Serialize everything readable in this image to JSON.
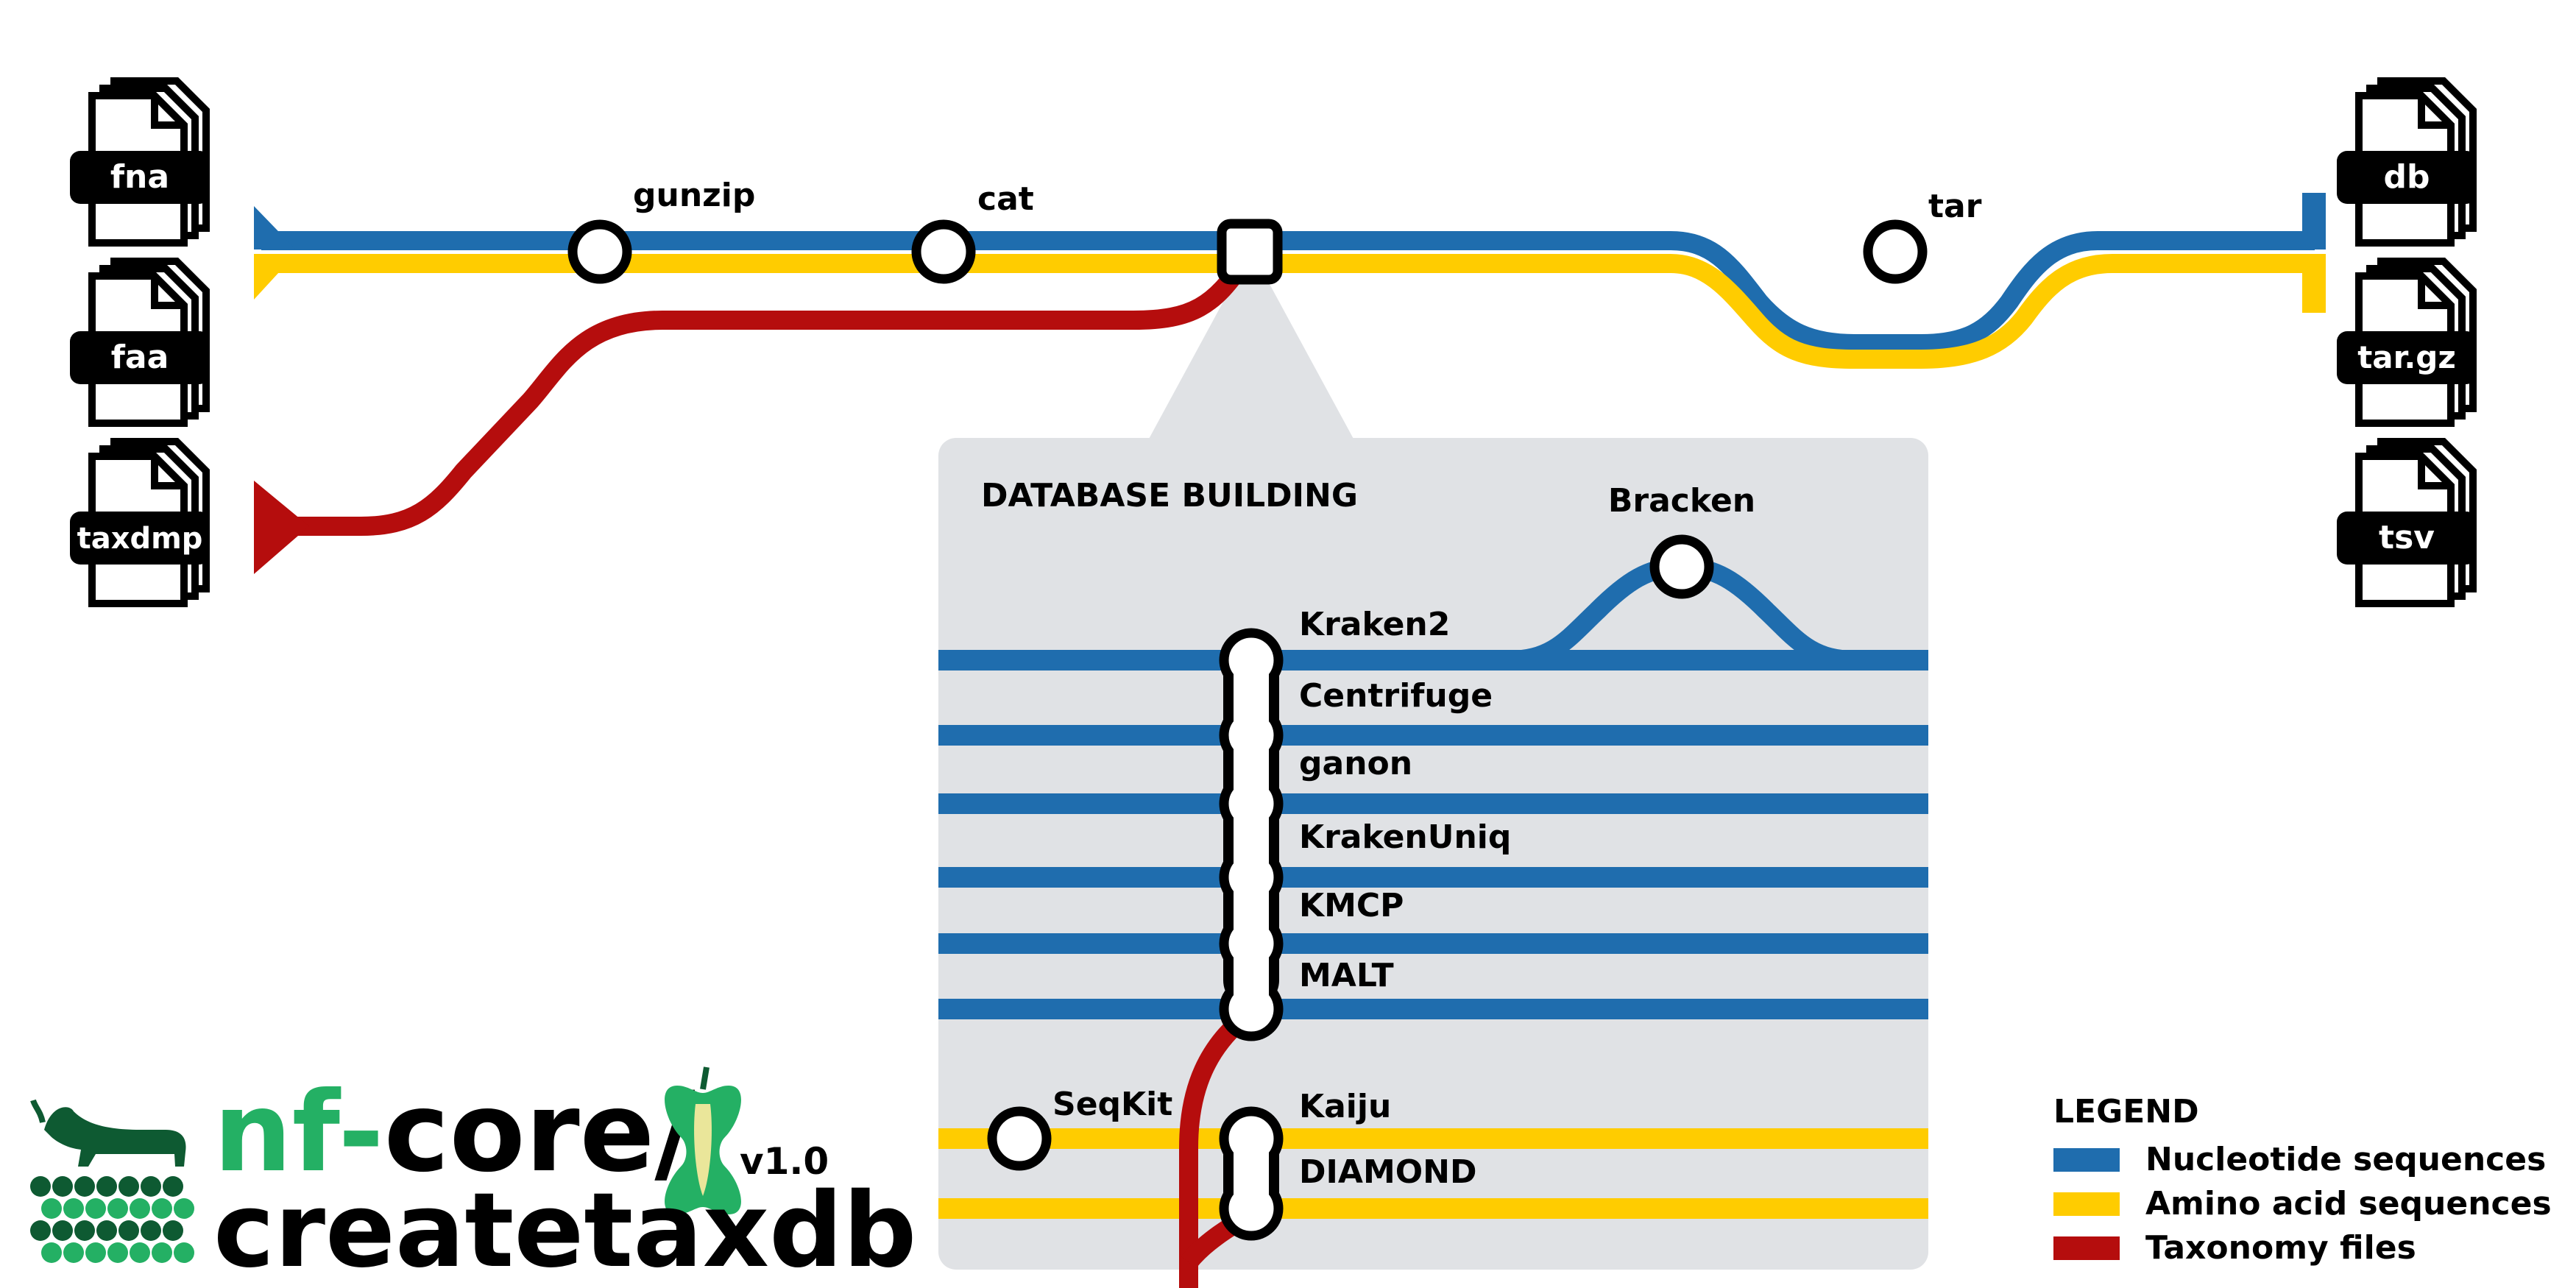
{
  "colors": {
    "nucleotide": "#1F6DAE",
    "amino_acid": "#FFCC00",
    "taxonomy": "#B50D0D",
    "panel": "#E0E2E5",
    "logo_green": "#24B064",
    "logo_dark_green": "#0E5A32"
  },
  "inputs": {
    "fna": "fna",
    "faa": "faa",
    "taxdmp": "taxdmp"
  },
  "outputs": {
    "db": "db",
    "targz": "tar.gz",
    "tsv": "tsv"
  },
  "steps": {
    "gunzip": "gunzip",
    "cat": "cat",
    "tar": "tar"
  },
  "panel": {
    "title": "DATABASE BUILDING",
    "bracken": "Bracken",
    "tools": {
      "kraken2": "Kraken2",
      "centrifuge": "Centrifuge",
      "ganon": "ganon",
      "krakenuniq": "KrakenUniq",
      "kmcp": "KMCP",
      "malt": "MALT",
      "seqkit": "SeqKit",
      "kaiju": "Kaiju",
      "diamond": "DIAMOND"
    }
  },
  "logo": {
    "nf": "nf",
    "dash": "-",
    "core": "core/",
    "name": "createtaxdb",
    "version": "v1.0"
  },
  "legend": {
    "title": "LEGEND",
    "items": {
      "nucleotide": "Nucleotide sequences",
      "amino": "Amino acid sequences",
      "taxonomy": "Taxonomy files"
    }
  }
}
